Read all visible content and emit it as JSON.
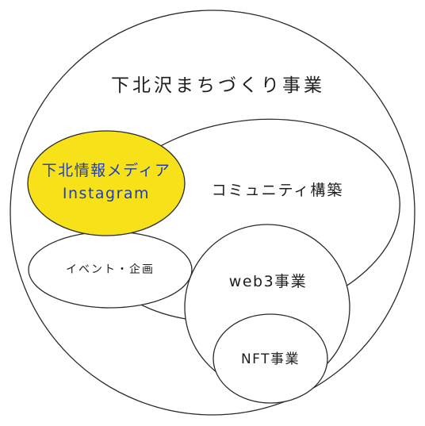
{
  "diagram": {
    "outer": {
      "label": "下北沢まちづくり事業"
    },
    "community": {
      "label": "コミュニティ構築"
    },
    "instagram": {
      "label_line1": "下北情報メディア",
      "label_line2": "Instagram",
      "fill_color": "#f7e21a",
      "text_color": "#1f3cb4"
    },
    "event": {
      "label": "イベント・企画"
    },
    "web3": {
      "label": "web3事業"
    },
    "nft": {
      "label": "NFT事業"
    }
  }
}
